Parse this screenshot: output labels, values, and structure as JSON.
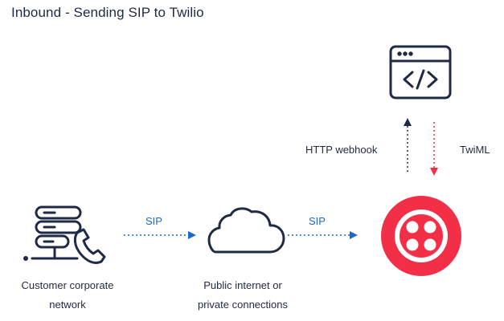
{
  "title": "Inbound - Sending SIP to Twilio",
  "nodes": {
    "customer": {
      "label_line1": "Customer corporate",
      "label_line2": "network",
      "icon": "server-phone-icon"
    },
    "cloud": {
      "label_line1": "Public internet or",
      "label_line2": "private connections",
      "icon": "cloud-icon"
    },
    "twilio": {
      "icon": "twilio-logo"
    },
    "app": {
      "icon": "code-window-icon"
    }
  },
  "edges": {
    "customer_to_cloud": {
      "label": "SIP"
    },
    "cloud_to_twilio": {
      "label": "SIP"
    },
    "webhook": {
      "label": "HTTP webhook"
    },
    "twiml": {
      "label": "TwiML"
    }
  },
  "colors": {
    "text": "#1f2a44",
    "sip_arrow": "#1b6ac9",
    "twilio_red": "#f22f46",
    "webhook_arrow": "#1f2a44"
  }
}
